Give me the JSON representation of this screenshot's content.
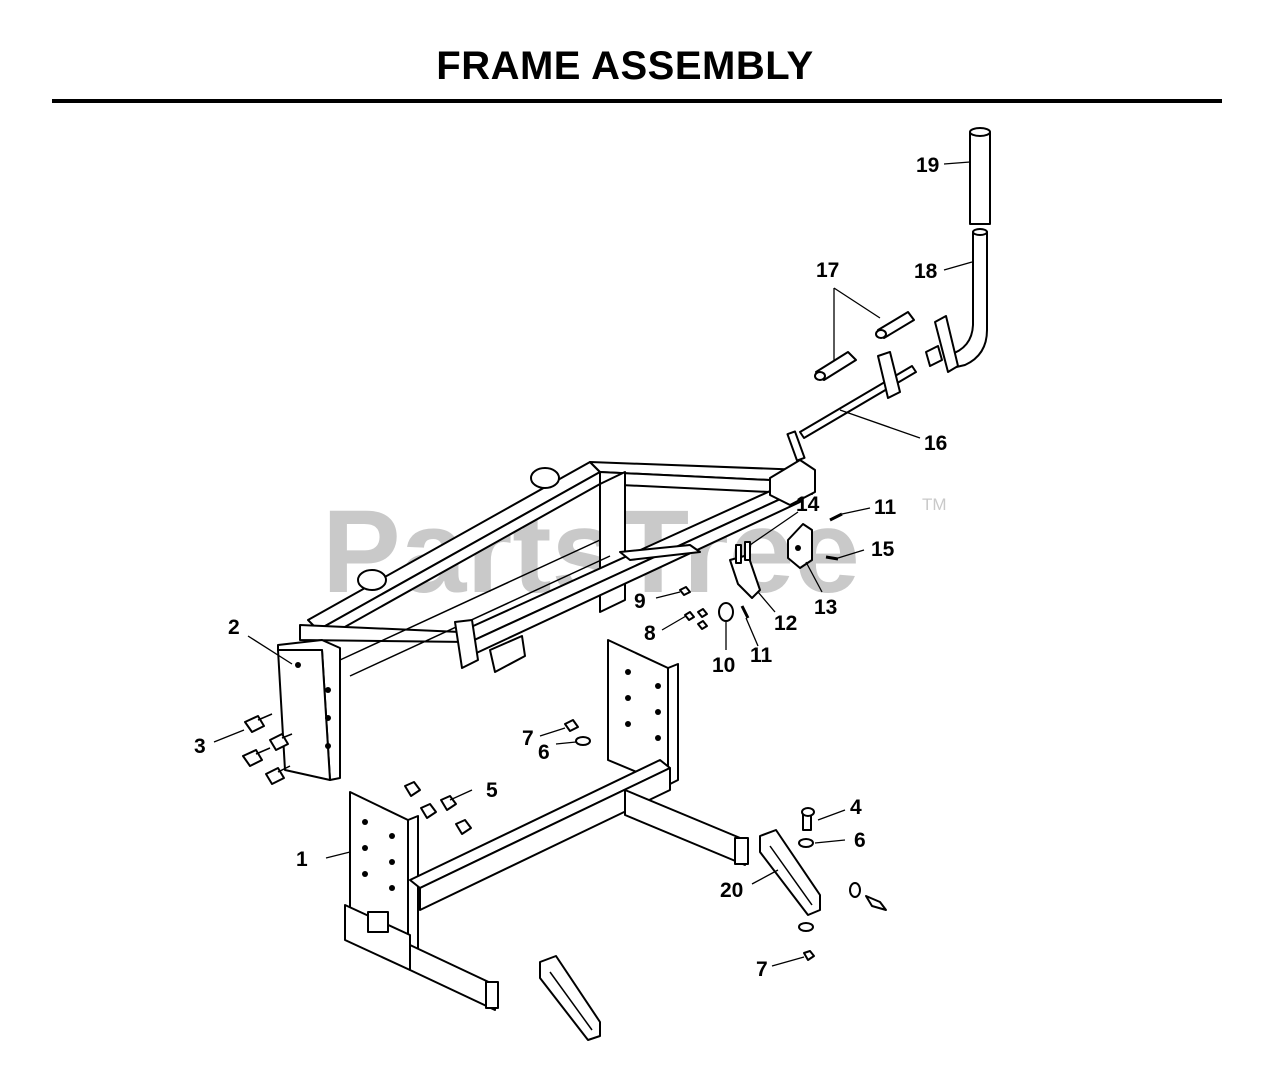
{
  "page": {
    "title": "FRAME ASSEMBLY"
  },
  "watermark": {
    "text": "PartsTree",
    "trademark": "TM"
  },
  "callouts": {
    "c1": "1",
    "c2": "2",
    "c3": "3",
    "c4": "4",
    "c5": "5",
    "c6a": "6",
    "c6b": "6",
    "c7a": "7",
    "c7b": "7",
    "c8": "8",
    "c9": "9",
    "c10": "10",
    "c11a": "11",
    "c11b": "11",
    "c12": "12",
    "c13": "13",
    "c14": "14",
    "c15": "15",
    "c16": "16",
    "c17": "17",
    "c18": "18",
    "c19": "19",
    "c20": "20"
  }
}
